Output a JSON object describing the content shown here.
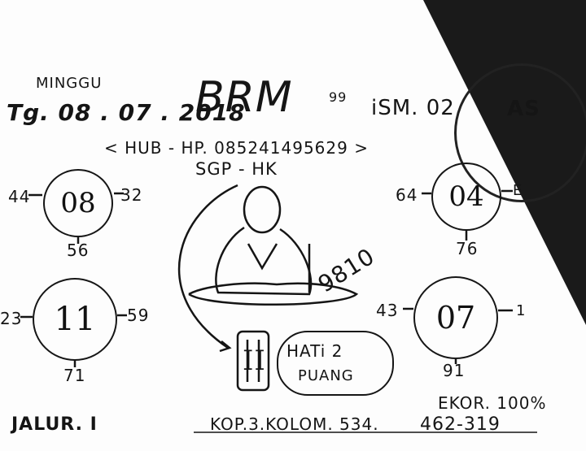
{
  "header": {
    "day": "MINGGU",
    "date": "Tg. 08 . 07 . 2018",
    "brand": "BRM",
    "brand_sup": "99",
    "ism": "iSM. 02",
    "contact": "< HUB - HP. 085241495629 >",
    "markets": "SGP - HK"
  },
  "stamp": {
    "letters": "AS"
  },
  "circles": [
    {
      "value": "08",
      "left": "44",
      "right": "32",
      "below": "56"
    },
    {
      "value": "04",
      "left": "64",
      "right": "E",
      "below": "76"
    },
    {
      "value": "11",
      "left": "23",
      "right": "59",
      "below": "71"
    },
    {
      "value": "07",
      "left": "43",
      "right": "1",
      "below": "91"
    }
  ],
  "center": {
    "number": "9810",
    "box_value": "II",
    "cloud_text_1": "HATi 2",
    "cloud_text_2": "PUANG"
  },
  "footer": {
    "jalur": "JALUR. I",
    "kop": "KOP.3.KOLOM. 534.",
    "ekor": "EKOR. 100%",
    "ekor_values": "462-319"
  }
}
